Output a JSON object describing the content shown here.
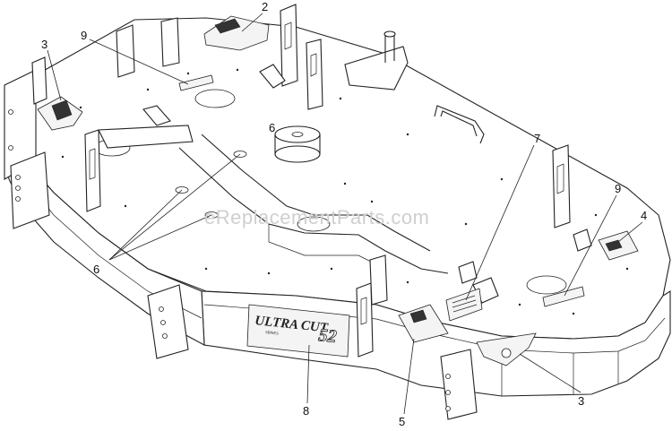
{
  "watermark": "eReplacementParts.com",
  "badge": {
    "brand": "ULTRA CUT",
    "model": "52",
    "tagline": "SERIES"
  },
  "callouts": [
    {
      "id": "c2",
      "label": "2"
    },
    {
      "id": "c3a",
      "label": "3"
    },
    {
      "id": "c9a",
      "label": "9"
    },
    {
      "id": "c6a",
      "label": "6"
    },
    {
      "id": "c7",
      "label": "7"
    },
    {
      "id": "c9b",
      "label": "9"
    },
    {
      "id": "c4",
      "label": "4"
    },
    {
      "id": "c6b",
      "label": "6"
    },
    {
      "id": "c8",
      "label": "8"
    },
    {
      "id": "c5",
      "label": "5"
    },
    {
      "id": "c3b",
      "label": "3"
    }
  ]
}
